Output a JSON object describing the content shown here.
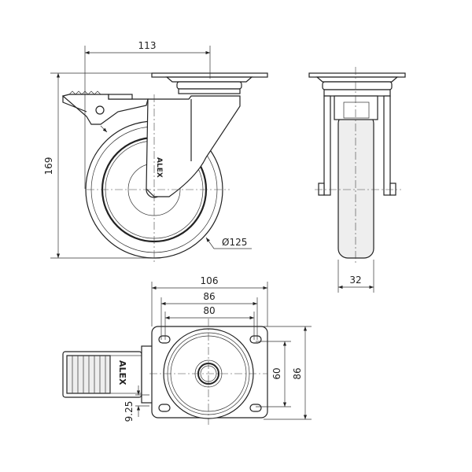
{
  "title": "Swivel caster with brake - dimension drawing",
  "brand": "ALEX",
  "dimensions": {
    "side_width": "113",
    "overall_height": "169",
    "wheel_diameter": "Ø125",
    "wheel_width": "32",
    "plate_width": "106",
    "hole_spacing_outer": "86",
    "hole_spacing_inner": "80",
    "hole_spacing_vertical": "60",
    "plate_height": "86",
    "offset": "9.25"
  }
}
